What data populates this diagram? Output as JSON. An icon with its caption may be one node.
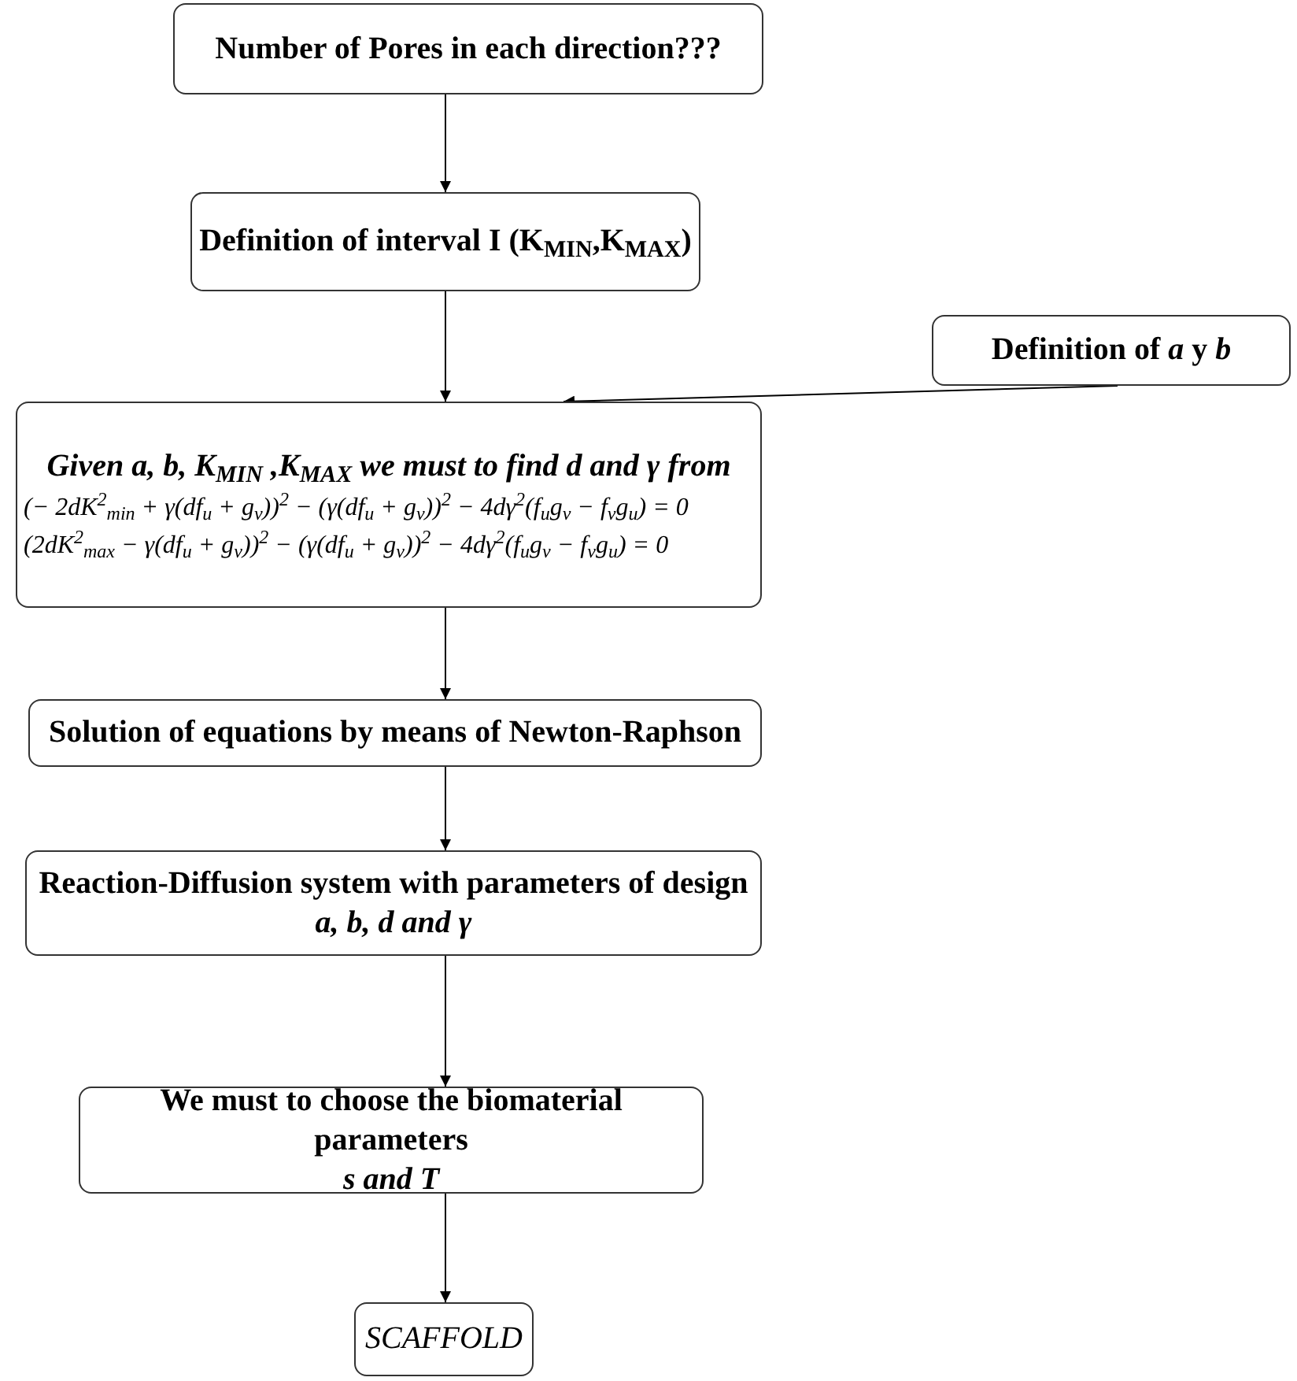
{
  "diagram": {
    "nodes": [
      {
        "text": [
          "Number of Pores in each direction???"
        ]
      },
      {
        "text": [
          "Definition of interval I (K$_{MIN}$,K$_{MAX}$)"
        ]
      },
      {
        "text": [
          "Definition of *a* y *b*"
        ]
      },
      {
        "text": [
          "Given a, b, K$_{MIN}$ ,K$_{MAX}$ we must to find d and γ from",
          "(− 2dK$^{2}$$_{min}$ + γ(df$_{u}$ + g$_{v}$))$^{2}$ − (γ(df$_{u}$ + g$_{v}$))$^{2}$ − 4dγ$^{2}$(f$_{u}$g$_{v}$ − f$_{v}$g$_{u}$) = 0",
          "(2dK$^{2}$$_{max}$ − γ(df$_{u}$ + g$_{v}$))$^{2}$ − (γ(df$_{u}$ + g$_{v}$))$^{2}$ − 4dγ$^{2}$(f$_{u}$g$_{v}$ − f$_{v}$g$_{u}$) = 0"
        ]
      },
      {
        "text": [
          "Solution of equations by means of Newton-Raphson"
        ]
      },
      {
        "text": [
          "Reaction-Diffusion system with parameters of design",
          "a, b, d and γ"
        ]
      },
      {
        "text": [
          "We must to choose the biomaterial parameters",
          "s and T"
        ]
      },
      {
        "text": [
          "SCAFFOLD"
        ]
      }
    ],
    "edges": [
      {
        "from": 0,
        "to": 1,
        "arrow": "to"
      },
      {
        "from": 1,
        "to": 3,
        "arrow": "to"
      },
      {
        "from": 2,
        "to": 3,
        "arrow": "to"
      },
      {
        "from": 3,
        "to": 4,
        "arrow": "to"
      },
      {
        "from": 4,
        "to": 5,
        "arrow": "to"
      },
      {
        "from": 5,
        "to": 6,
        "arrow": "to"
      },
      {
        "from": 6,
        "to": 7,
        "arrow": "to"
      }
    ]
  }
}
